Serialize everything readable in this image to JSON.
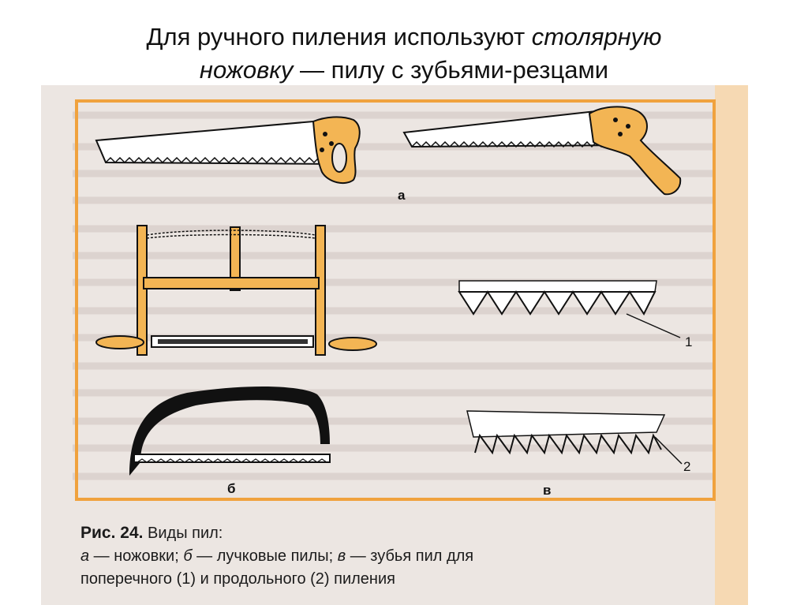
{
  "slide": {
    "title_line1_plain": "Для ручного пиления используют ",
    "title_line1_italic": "столярную",
    "title_line2_italic": "ножовку",
    "title_line2_plain": " — пилу с зубьями-резцами"
  },
  "figure": {
    "labels": {
      "a": "а",
      "b": "б",
      "v": "в",
      "n1": "1",
      "n2": "2"
    },
    "caption": {
      "head": "Рис. 24.",
      "head_rest": " Виды пил:",
      "a": "а",
      "a_text": " — ножовки; ",
      "b": "б",
      "b_text": " — лучковые пилы; ",
      "v": "в",
      "v_text": " — зубья пил для",
      "line3": "поперечного (1) и продольного (2) пиления"
    },
    "colors": {
      "frame": "#f0a23e",
      "wood": "#f3b554",
      "metal": "#ffffff",
      "dark": "#111111",
      "background": "#ece6e2"
    }
  }
}
